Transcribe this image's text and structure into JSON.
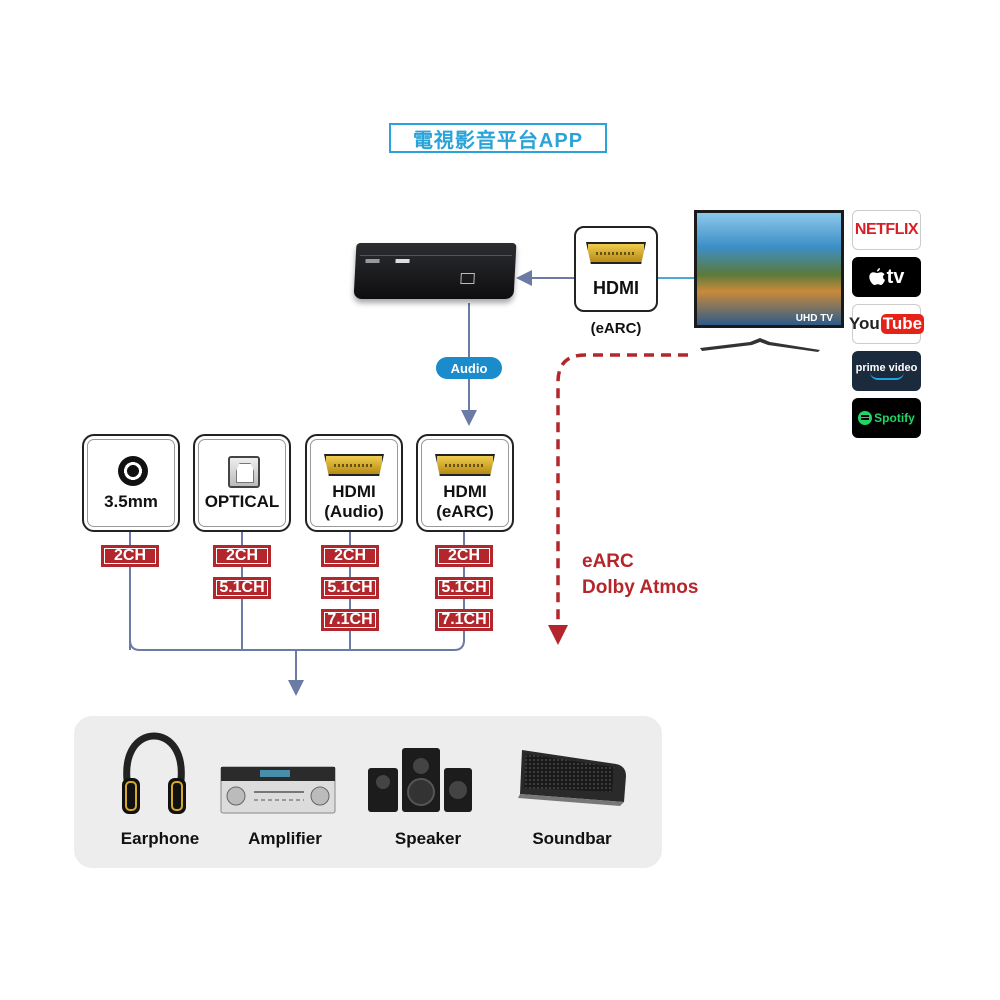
{
  "title": "電視影音平台APP",
  "tv_link": {
    "connector_label": "HDMI",
    "caption": "(eARC)",
    "tv_brand_text": "UHD TV"
  },
  "apps": [
    {
      "name": "NETFLIX",
      "icon": "netflix-logo"
    },
    {
      "name": "tv",
      "icon": "apple-tv-logo"
    },
    {
      "name": "YouTube",
      "icon": "youtube-logo"
    },
    {
      "name": "prime video",
      "icon": "prime-video-logo"
    },
    {
      "name": "Spotify",
      "icon": "spotify-logo"
    }
  ],
  "audio_pill": "Audio",
  "ports": [
    {
      "line1": "3.5mm",
      "line2": "",
      "icon": "audio-jack-icon",
      "channels": [
        "2CH"
      ]
    },
    {
      "line1": "OPTICAL",
      "line2": "",
      "icon": "optical-port-icon",
      "channels": [
        "2CH",
        "5.1CH"
      ]
    },
    {
      "line1": "HDMI",
      "line2": "(Audio)",
      "icon": "hdmi-connector-icon",
      "channels": [
        "2CH",
        "5.1CH",
        "7.1CH"
      ]
    },
    {
      "line1": "HDMI",
      "line2": "(eARC)",
      "icon": "hdmi-connector-icon",
      "channels": [
        "2CH",
        "5.1CH",
        "7.1CH"
      ]
    }
  ],
  "earc_note": {
    "line1": "eARC",
    "line2": "Dolby Atmos"
  },
  "devices": [
    {
      "label": "Earphone",
      "icon": "headphones-icon"
    },
    {
      "label": "Amplifier",
      "icon": "amplifier-icon"
    },
    {
      "label": "Speaker",
      "icon": "speaker-icon"
    },
    {
      "label": "Soundbar",
      "icon": "soundbar-icon"
    }
  ],
  "colors": {
    "accent_blue": "#2aa3d8",
    "wire": "#6c7aa6",
    "badge_red": "#b3262b",
    "earc_red": "#b3262b"
  }
}
